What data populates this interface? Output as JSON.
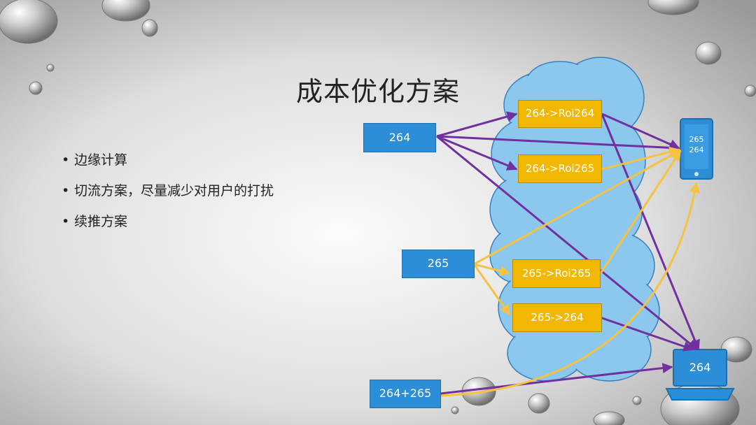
{
  "slide": {
    "title": "成本优化方案",
    "bullets": [
      "边缘计算",
      "切流方案，尽量减少对用户的打扰",
      "续推方案"
    ]
  },
  "diagram": {
    "sources": {
      "src_264": "264",
      "src_265": "265",
      "src_mixed": "264+265"
    },
    "cloud_nodes": {
      "n1": "264->Roi264",
      "n2": "264->Roi265",
      "n3": "265->Roi265",
      "n4": "265->264"
    },
    "phone": {
      "line1": "265",
      "line2": "264"
    },
    "laptop": {
      "label": "264"
    },
    "colors": {
      "box_blue": "#2b8ed6",
      "node_gold": "#f2b701",
      "cloud_fill": "#8cc8ee",
      "arrow_purple": "#7030a0",
      "arrow_gold": "#f5c242"
    }
  }
}
